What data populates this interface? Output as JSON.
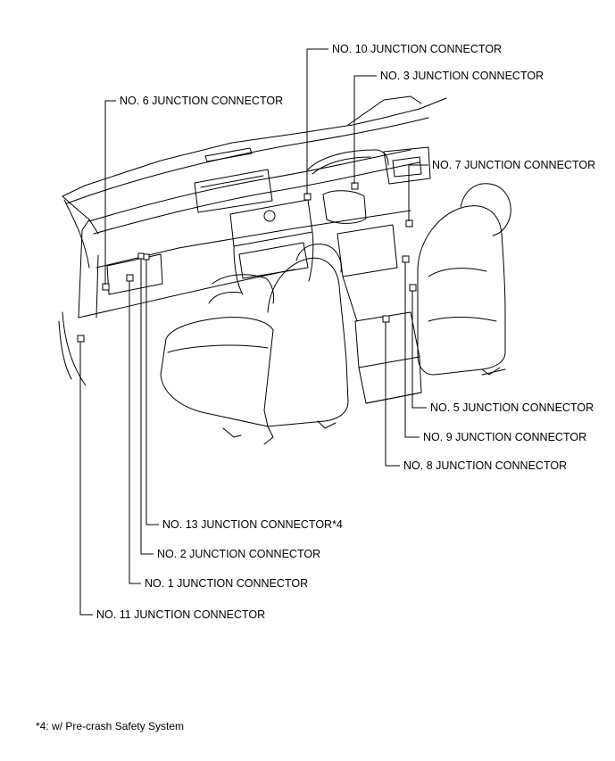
{
  "labels": {
    "no10": "NO. 10 JUNCTION CONNECTOR",
    "no3": "NO. 3 JUNCTION CONNECTOR",
    "no6": "NO. 6 JUNCTION CONNECTOR",
    "no7": "NO. 7 JUNCTION CONNECTOR",
    "no5": "NO. 5 JUNCTION CONNECTOR",
    "no9": "NO. 9 JUNCTION CONNECTOR",
    "no8": "NO. 8 JUNCTION CONNECTOR",
    "no13": "NO. 13 JUNCTION CONNECTOR*4",
    "no2": "NO. 2 JUNCTION CONNECTOR",
    "no1": "NO. 1 JUNCTION CONNECTOR",
    "no11": "NO. 11 JUNCTION CONNECTOR"
  },
  "footnote": "*4: w/ Pre-crash Safety System"
}
